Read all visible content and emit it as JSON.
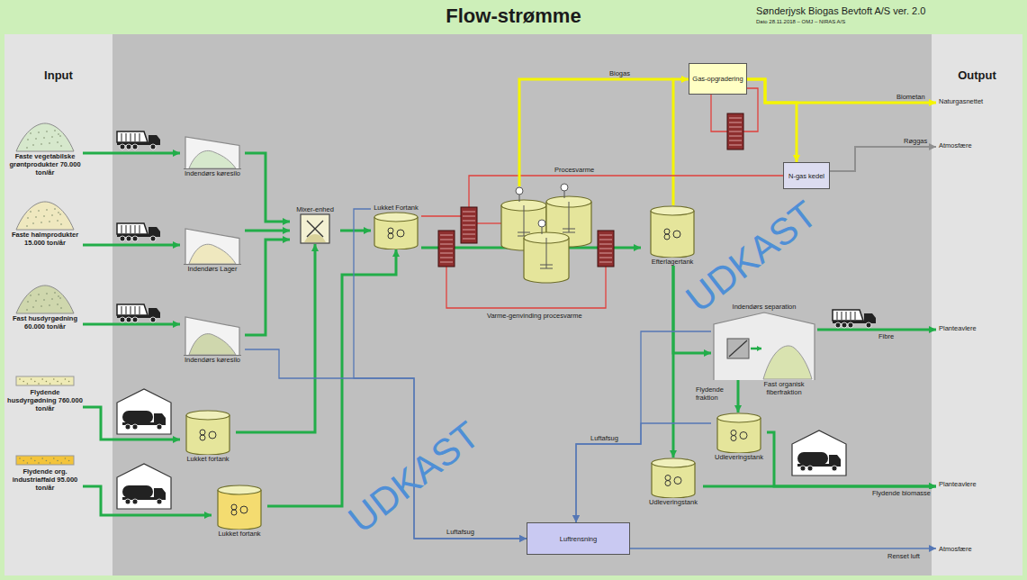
{
  "diagram": {
    "title": "Flow-strømme",
    "nodes": [
      {
        "text": [
          "Input"
        ]
      },
      {
        "text": [
          "Faste vegetabilske grøntprodukter 70.000 ton/år"
        ],
        "in": 0
      },
      {
        "text": [
          "Faste halmprodukter 15.000 ton/år"
        ],
        "in": 0
      },
      {
        "text": [
          "Fast husdyrgødning 60.000 ton/år"
        ],
        "in": 0
      },
      {
        "text": [
          "Flydende husdyrgødning 760.000 ton/år"
        ],
        "in": 0
      },
      {
        "text": [
          "Flydende org. industriaffald 95.000 ton/år"
        ],
        "in": 0
      },
      {
        "text": [
          "Indendørs køresilo"
        ]
      },
      {
        "text": [
          "Indendørs Lager"
        ]
      },
      {
        "text": [
          "Indendørs køresilo"
        ]
      },
      {
        "text": [
          "Lukket fortank"
        ]
      },
      {
        "text": [
          "Lukket fortank"
        ]
      },
      {
        "text": [
          "Mixer-enhed"
        ]
      },
      {
        "text": [
          "Lukket Fortank"
        ]
      },
      {
        "text": [
          "Gas-opgradering"
        ]
      },
      {
        "text": [
          "N-gas kedel"
        ]
      },
      {
        "text": [
          "Efterlagertank"
        ]
      },
      {
        "text": [
          "Indendørs separation",
          "Fast organisk fiberfraktion"
        ]
      },
      {
        "text": [
          "Udleveringstank"
        ]
      },
      {
        "text": [
          "Udleveringstank"
        ]
      },
      {
        "text": [
          "Luftrensning"
        ]
      },
      {
        "text": [
          "Output"
        ]
      },
      {
        "text": [
          "Naturgasnettet"
        ],
        "in": 20
      },
      {
        "text": [
          "Atmosfære"
        ],
        "in": 20
      },
      {
        "text": [
          "Planteavlere"
        ],
        "in": 20
      },
      {
        "text": [
          "Planteavlere"
        ],
        "in": 20
      },
      {
        "text": [
          "Atmosfære"
        ],
        "in": 20
      }
    ],
    "edges": [
      {
        "from": 1,
        "to": 6,
        "arrow": "to"
      },
      {
        "from": 2,
        "to": 7,
        "arrow": "to"
      },
      {
        "from": 3,
        "to": 8,
        "arrow": "to"
      },
      {
        "from": 4,
        "to": 9,
        "arrow": "to"
      },
      {
        "from": 5,
        "to": 10,
        "arrow": "to"
      },
      {
        "from": 6,
        "to": 11,
        "arrow": "to"
      },
      {
        "from": 7,
        "to": 11,
        "arrow": "to"
      },
      {
        "from": 8,
        "to": 11,
        "arrow": "to"
      },
      {
        "from": 9,
        "to": 11,
        "arrow": "to"
      },
      {
        "from": 10,
        "to": 12,
        "arrow": "to"
      },
      {
        "from": 11,
        "to": 12,
        "arrow": "to"
      },
      {
        "from": 12,
        "to": 15,
        "arrow": "to"
      },
      {
        "from": 15,
        "to": 16,
        "arrow": "to"
      },
      {
        "from": 15,
        "to": 18,
        "arrow": "to"
      },
      {
        "from": 16,
        "to": 23,
        "label": "Fibre",
        "arrow": "to"
      },
      {
        "from": 16,
        "to": 17,
        "label": "Flydende fraktion",
        "arrow": "to"
      },
      {
        "from": 17,
        "to": 24,
        "arrow": "to"
      },
      {
        "from": 18,
        "to": 24,
        "label": "Flydende biomasse",
        "arrow": "to"
      },
      {
        "from": 15,
        "to": 13,
        "label": "Biogas",
        "arrow": "to"
      },
      {
        "from": 13,
        "to": 21,
        "label": "Biometan",
        "arrow": "to"
      },
      {
        "from": 13,
        "to": 14,
        "arrow": "to"
      },
      {
        "from": 14,
        "to": 22,
        "label": "Røggas",
        "arrow": "to"
      },
      {
        "from": 14,
        "to": 12,
        "label": "Procesvarme",
        "arrow": "none"
      },
      {
        "from": 8,
        "to": 19,
        "label": "Luftafsug",
        "arrow": "to"
      },
      {
        "from": 12,
        "to": 19,
        "arrow": "to"
      },
      {
        "from": 16,
        "to": 19,
        "label": "Luftafsug",
        "arrow": "to"
      },
      {
        "from": 17,
        "to": 19,
        "arrow": "to"
      },
      {
        "from": 19,
        "to": 25,
        "label": "Renset luft",
        "arrow": "to"
      }
    ],
    "labels": [
      "Sønderjysk Biogas Bevtoft A/S ver. 2.0",
      "Dato 28.11.2018 – OMJ – NIRAS A/S",
      "Varme-genvinding procesvarme",
      "UDKAST",
      "UDKAST"
    ]
  }
}
